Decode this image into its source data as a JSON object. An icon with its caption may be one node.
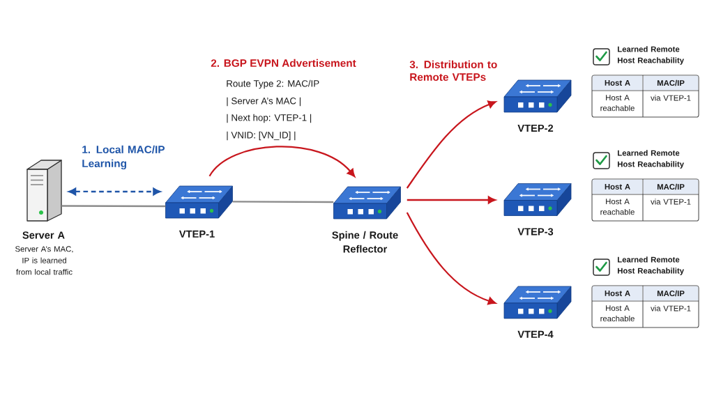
{
  "diagram": {
    "nodes": [
      {
        "text": [
          "Server A"
        ],
        "beside": [
          "Server A’s MAC, IP is learned from local traffic"
        ]
      },
      {
        "text": [
          "VTEP-1"
        ]
      },
      {
        "text": [
          "Spine / Route Reflector"
        ]
      },
      {
        "text": [
          "VTEP-2"
        ]
      },
      {
        "text": [
          "VTEP-3"
        ]
      },
      {
        "text": [
          "VTEP-4"
        ]
      },
      {
        "text": [
          "Learned Remote Host Reachability",
          "Host A",
          "MAC/IP",
          "Host A reachable",
          "via VTEP-1"
        ]
      },
      {
        "text": [
          "Learned Remote Host Reachability",
          "Host A",
          "MAC/IP",
          "Host A reachable",
          "via VTEP-1"
        ]
      },
      {
        "text": [
          "Learned Remote Host Reachability",
          "Host A",
          "MAC/IP",
          "Host A reachable",
          "via VTEP-1"
        ]
      }
    ],
    "edges": [
      {
        "from": 0,
        "to": 1,
        "arrow": "none",
        "color": "#8c8c8c"
      },
      {
        "from": 0,
        "to": 1,
        "arrow": "both",
        "label": "1. Local MAC/IP Learning",
        "style": "dashed",
        "color": "#1f55a8"
      },
      {
        "from": 1,
        "to": 2,
        "arrow": "none",
        "color": "#8c8c8c"
      },
      {
        "from": 1,
        "to": 2,
        "arrow": "to"
      },
      {
        "from": 2,
        "to": 3,
        "arrow": "to"
      },
      {
        "from": 2,
        "to": 4,
        "arrow": "to"
      },
      {
        "from": 2,
        "to": 5,
        "arrow": "to"
      }
    ],
    "labels": [
      "2. BGP EVPN Advertisement",
      "3. Distribution to Remote VTEPs",
      "Route Type 2: MAC/IP",
      "| Server A’s MAC |",
      "| Next hop: VTEP-1 |",
      "| VNID: [VN_ID] |"
    ]
  }
}
